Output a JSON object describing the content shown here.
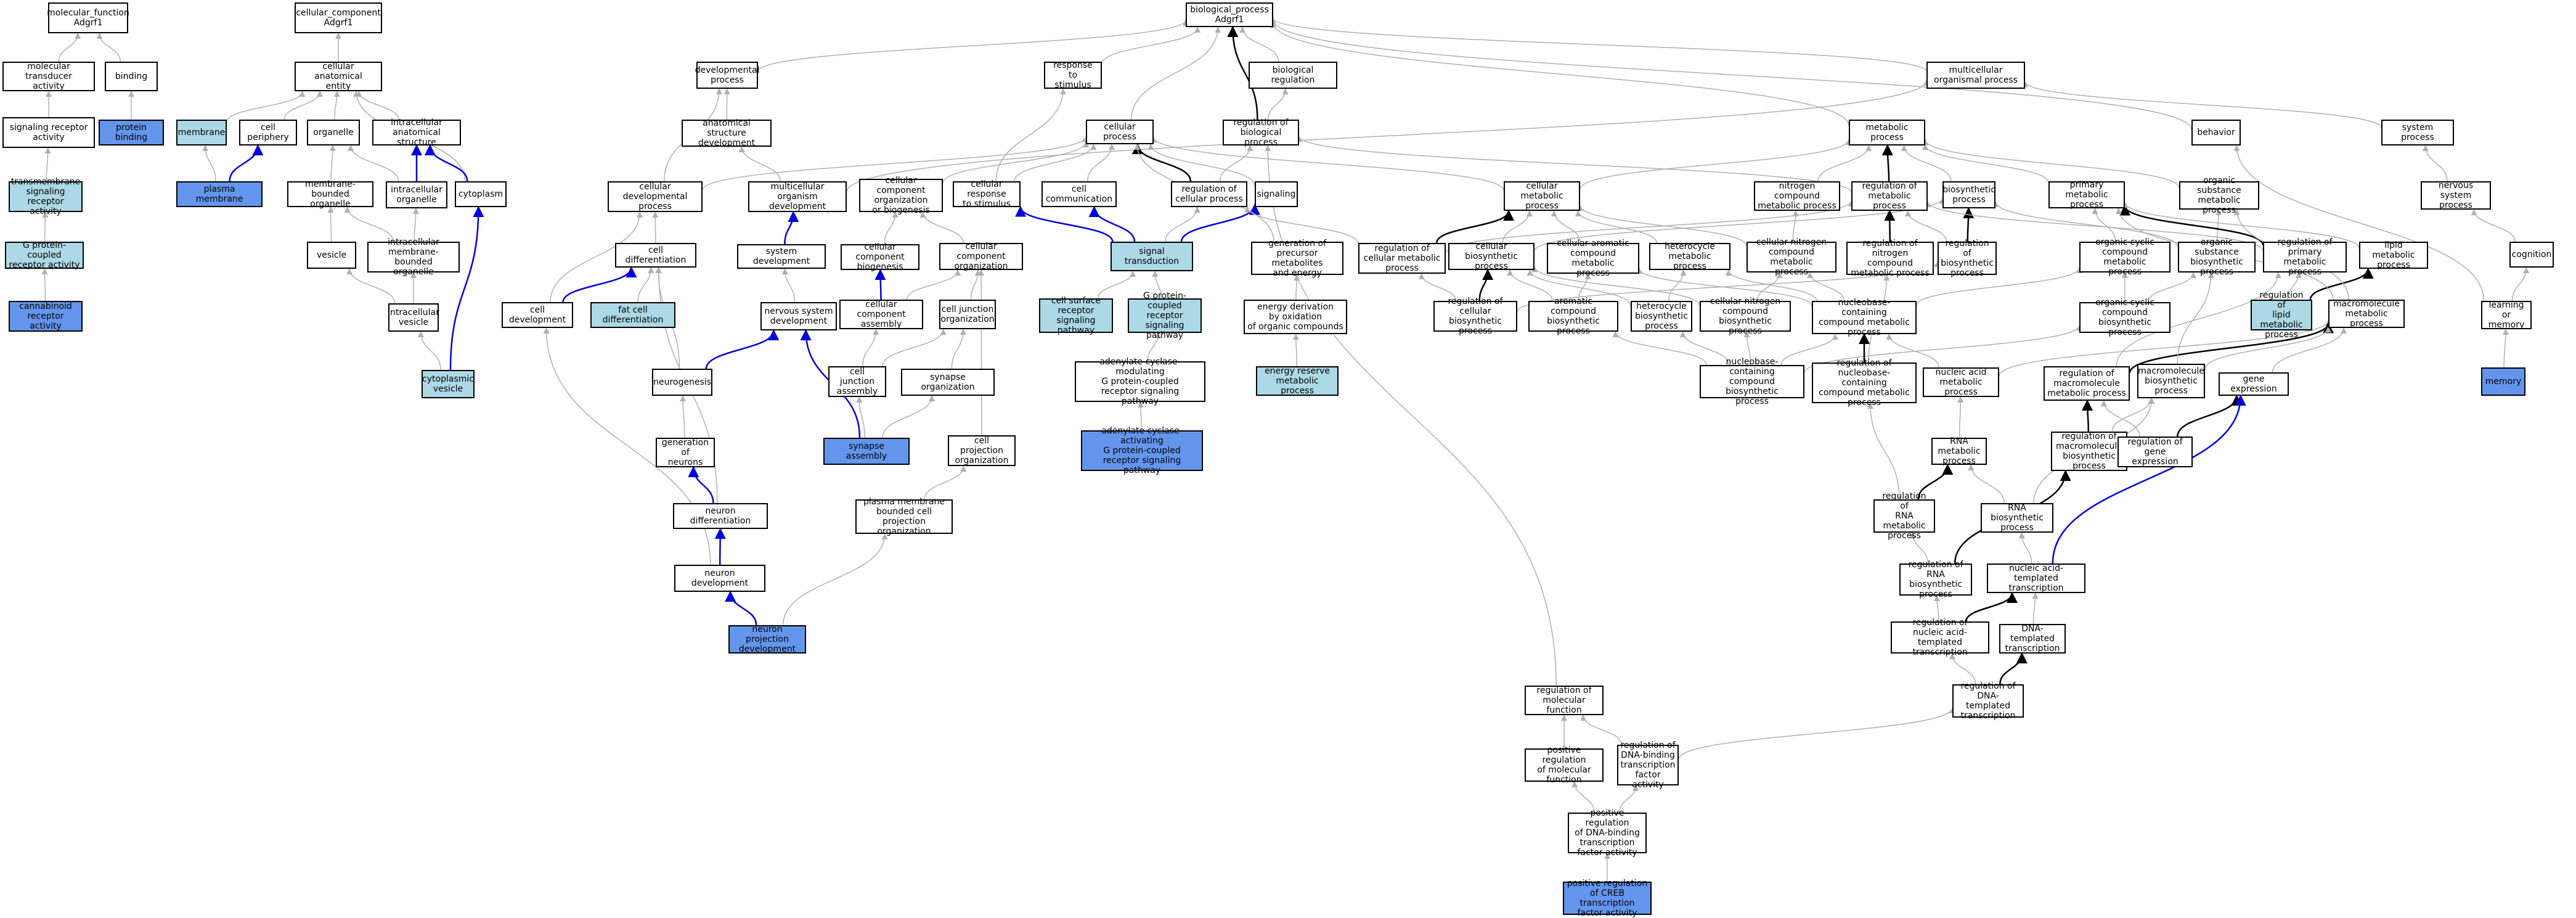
{
  "graph": {
    "colors": {
      "background": "#ffffff",
      "light_fill": "#add8e6",
      "dark_fill": "#6495ed",
      "gray_edge": "#b0b0b0",
      "black_edge": "#000000",
      "blue_edge": "#0000dd"
    },
    "nodes": {
      "mf": {
        "label": "molecular_function\nAdgrf1",
        "fill": "white"
      },
      "mta": {
        "label": "molecular transducer\nactivity",
        "fill": "white"
      },
      "binding": {
        "label": "binding",
        "fill": "white"
      },
      "sra": {
        "label": "signaling receptor\nactivity",
        "fill": "white"
      },
      "protbind": {
        "label": "protein binding",
        "fill": "dark"
      },
      "tmsra": {
        "label": "transmembrane\nsignaling receptor\nactivity",
        "fill": "light"
      },
      "gpcr": {
        "label": "G protein-coupled\nreceptor activity",
        "fill": "light"
      },
      "cannab": {
        "label": "cannabinoid\nreceptor activity",
        "fill": "dark"
      },
      "cc": {
        "label": "cellular_component\nAdgrf1",
        "fill": "white"
      },
      "cae": {
        "label": "cellular anatomical\nentity",
        "fill": "white"
      },
      "membrane": {
        "label": "membrane",
        "fill": "light"
      },
      "cellper": {
        "label": "cell periphery",
        "fill": "white"
      },
      "organelle": {
        "label": "organelle",
        "fill": "white"
      },
      "ias": {
        "label": "intracellular\nanatomical structure",
        "fill": "white"
      },
      "pm": {
        "label": "plasma membrane",
        "fill": "dark"
      },
      "mbo": {
        "label": "membrane-bounded\norganelle",
        "fill": "white"
      },
      "io": {
        "label": "intracellular\norganelle",
        "fill": "white"
      },
      "cytoplasm": {
        "label": "cytoplasm",
        "fill": "white"
      },
      "vesicle": {
        "label": "vesicle",
        "fill": "white"
      },
      "imbo": {
        "label": "intracellular\nmembrane-bounded\norganelle",
        "fill": "white"
      },
      "iv": {
        "label": "intracellular\nvesicle",
        "fill": "white"
      },
      "cv": {
        "label": "cytoplasmic\nvesicle",
        "fill": "light"
      },
      "bp": {
        "label": "biological_process\nAdgrf1",
        "fill": "white"
      },
      "devproc": {
        "label": "developmental\nprocess",
        "fill": "white"
      },
      "rts": {
        "label": "response to\nstimulus",
        "fill": "white"
      },
      "bioreg": {
        "label": "biological regulation",
        "fill": "white"
      },
      "mop": {
        "label": "multicellular\norganismal process",
        "fill": "white"
      },
      "asd": {
        "label": "anatomical structure\ndevelopment",
        "fill": "white"
      },
      "cellproc": {
        "label": "cellular process",
        "fill": "white"
      },
      "rbp": {
        "label": "regulation of\nbiological process",
        "fill": "white"
      },
      "metproc": {
        "label": "metabolic process",
        "fill": "white"
      },
      "behavior": {
        "label": "behavior",
        "fill": "white"
      },
      "sysproc": {
        "label": "system process",
        "fill": "white"
      },
      "cdp": {
        "label": "cellular developmental\nprocess",
        "fill": "white"
      },
      "mod": {
        "label": "multicellular\norganism development",
        "fill": "white"
      },
      "ccob": {
        "label": "cellular component\norganization\nor biogenesis",
        "fill": "white"
      },
      "crs": {
        "label": "cellular response\nto stimulus",
        "fill": "white"
      },
      "cellcomm": {
        "label": "cell communication",
        "fill": "white"
      },
      "rcp": {
        "label": "regulation of\ncellular process",
        "fill": "white"
      },
      "signaling": {
        "label": "signaling",
        "fill": "white"
      },
      "cmp": {
        "label": "cellular metabolic\nprocess",
        "fill": "white"
      },
      "ncmp": {
        "label": "nitrogen compound\nmetabolic process",
        "fill": "white"
      },
      "rmp": {
        "label": "regulation of\nmetabolic process",
        "fill": "white"
      },
      "biosyn": {
        "label": "biosynthetic\nprocess",
        "fill": "white"
      },
      "pmp": {
        "label": "primary metabolic\nprocess",
        "fill": "white"
      },
      "osmp": {
        "label": "organic substance\nmetabolic process",
        "fill": "white"
      },
      "nsp": {
        "label": "nervous system\nprocess",
        "fill": "white"
      },
      "celldiff": {
        "label": "cell differentiation",
        "fill": "white"
      },
      "sysdev": {
        "label": "system development",
        "fill": "white"
      },
      "ccbio": {
        "label": "cellular component\nbiogenesis",
        "fill": "white"
      },
      "cco": {
        "label": "cellular component\norganization",
        "fill": "white"
      },
      "sigtrans": {
        "label": "signal transduction",
        "fill": "light"
      },
      "gpme": {
        "label": "generation of\nprecursor metabolites\nand energy",
        "fill": "white"
      },
      "rcmp": {
        "label": "regulation of\ncellular metabolic\nprocess",
        "fill": "white"
      },
      "cbp": {
        "label": "cellular biosynthetic\nprocess",
        "fill": "white"
      },
      "cacmp": {
        "label": "cellular aromatic\ncompound metabolic\nprocess",
        "fill": "white"
      },
      "hmp": {
        "label": "heterocycle\nmetabolic process",
        "fill": "white"
      },
      "cncmp": {
        "label": "cellular nitrogen\ncompound metabolic\nprocess",
        "fill": "white"
      },
      "rncmp": {
        "label": "regulation of\nnitrogen compound\nmetabolic process",
        "fill": "white"
      },
      "rbiosyn": {
        "label": "regulation of\nbiosynthetic\nprocess",
        "fill": "white"
      },
      "occmp": {
        "label": "organic cyclic\ncompound metabolic\nprocess",
        "fill": "white"
      },
      "osbp": {
        "label": "organic substance\nbiosynthetic\nprocess",
        "fill": "white"
      },
      "rpmp": {
        "label": "regulation of\nprimary metabolic\nprocess",
        "fill": "white"
      },
      "lipmp": {
        "label": "lipid metabolic\nprocess",
        "fill": "white"
      },
      "cognition": {
        "label": "cognition",
        "fill": "white"
      },
      "celldev": {
        "label": "cell development",
        "fill": "white"
      },
      "fatcell": {
        "label": "fat cell differentiation",
        "fill": "light"
      },
      "nsd": {
        "label": "nervous system\ndevelopment",
        "fill": "white"
      },
      "cca": {
        "label": "cellular component\nassembly",
        "fill": "white"
      },
      "cjo": {
        "label": "cell junction\norganization",
        "fill": "white"
      },
      "csrsp": {
        "label": "cell surface\nreceptor signaling\npathway",
        "fill": "light"
      },
      "gpcrsp": {
        "label": "G protein-coupled\nreceptor signaling\npathway",
        "fill": "light"
      },
      "edo": {
        "label": "energy derivation\nby oxidation\nof organic compounds",
        "fill": "white"
      },
      "rcbp": {
        "label": "regulation of\ncellular biosynthetic\nprocess",
        "fill": "white"
      },
      "acbp": {
        "label": "aromatic compound\nbiosynthetic\nprocess",
        "fill": "white"
      },
      "hbp": {
        "label": "heterocycle\nbiosynthetic\nprocess",
        "fill": "white"
      },
      "cncbp": {
        "label": "cellular nitrogen\ncompound biosynthetic\nprocess",
        "fill": "white"
      },
      "nccmp": {
        "label": "nucleobase-containing\ncompound metabolic\nprocess",
        "fill": "white"
      },
      "occbp": {
        "label": "organic cyclic\ncompound biosynthetic\nprocess",
        "fill": "white"
      },
      "rlmp": {
        "label": "regulation of\nlipid metabolic\nprocess",
        "fill": "light"
      },
      "mmp": {
        "label": "macromolecule\nmetabolic process",
        "fill": "white"
      },
      "lom": {
        "label": "learning or\nmemory",
        "fill": "white"
      },
      "neurogenesis": {
        "label": "neurogenesis",
        "fill": "white"
      },
      "cja": {
        "label": "cell junction\nassembly",
        "fill": "white"
      },
      "synorg": {
        "label": "synapse organization",
        "fill": "white"
      },
      "acmgp": {
        "label": "adenylate cyclase-modulating\nG protein-coupled\nreceptor signaling\npathway",
        "fill": "white"
      },
      "ermp": {
        "label": "energy reserve\nmetabolic process",
        "fill": "light"
      },
      "nccbp": {
        "label": "nucleobase-containing\ncompound biosynthetic\nprocess",
        "fill": "white"
      },
      "rnccmp": {
        "label": "regulation of\nnucleobase-containing\ncompound metabolic\nprocess",
        "fill": "white"
      },
      "namp": {
        "label": "nucleic acid\nmetabolic process",
        "fill": "white"
      },
      "rmmp": {
        "label": "regulation of\nmacromolecule\nmetabolic process",
        "fill": "white"
      },
      "mbp": {
        "label": "macromolecule\nbiosynthetic\nprocess",
        "fill": "white"
      },
      "geneexp": {
        "label": "gene expression",
        "fill": "white"
      },
      "memory": {
        "label": "memory",
        "fill": "dark"
      },
      "genneur": {
        "label": "generation of\nneurons",
        "fill": "white"
      },
      "synasm": {
        "label": "synapse assembly",
        "fill": "dark"
      },
      "cpo": {
        "label": "cell projection\norganization",
        "fill": "white"
      },
      "acagp": {
        "label": "adenylate cyclase-activating\nG protein-coupled\nreceptor signaling\npathway",
        "fill": "dark"
      },
      "rnamp": {
        "label": "RNA metabolic\nprocess",
        "fill": "white"
      },
      "rmbp": {
        "label": "regulation of\nmacromolecule\nbiosynthetic\nprocess",
        "fill": "white"
      },
      "rge": {
        "label": "regulation of\ngene expression",
        "fill": "white"
      },
      "neurdiff": {
        "label": "neuron differentiation",
        "fill": "white"
      },
      "pmbcpo": {
        "label": "plasma membrane\nbounded cell\nprojection organization",
        "fill": "white"
      },
      "rrnamp": {
        "label": "regulation of\nRNA metabolic\nprocess",
        "fill": "white"
      },
      "rnabp": {
        "label": "RNA biosynthetic\nprocess",
        "fill": "white"
      },
      "neurdev": {
        "label": "neuron development",
        "fill": "white"
      },
      "rrnabp": {
        "label": "regulation of\nRNA biosynthetic\nprocess",
        "fill": "white"
      },
      "natt": {
        "label": "nucleic acid-templated\ntranscription",
        "fill": "white"
      },
      "npd": {
        "label": "neuron projection\ndevelopment",
        "fill": "dark"
      },
      "rnatt": {
        "label": "regulation of\nnucleic acid-templated\ntranscription",
        "fill": "white"
      },
      "dtt": {
        "label": "DNA-templated\ntranscription",
        "fill": "white"
      },
      "rmf": {
        "label": "regulation of\nmolecular function",
        "fill": "white"
      },
      "rdtt": {
        "label": "regulation of\nDNA-templated\ntranscription",
        "fill": "white"
      },
      "prmf": {
        "label": "positive regulation\nof molecular\nfunction",
        "fill": "white"
      },
      "rdbtf": {
        "label": "regulation of\nDNA-binding\ntranscription\nfactor activity",
        "fill": "white"
      },
      "prdbtf": {
        "label": "positive regulation\nof DNA-binding\ntranscription\nfactor activity",
        "fill": "white"
      },
      "prcreb": {
        "label": "positive regulation\nof CREB transcription\nfactor activity",
        "fill": "dark"
      }
    }
  }
}
